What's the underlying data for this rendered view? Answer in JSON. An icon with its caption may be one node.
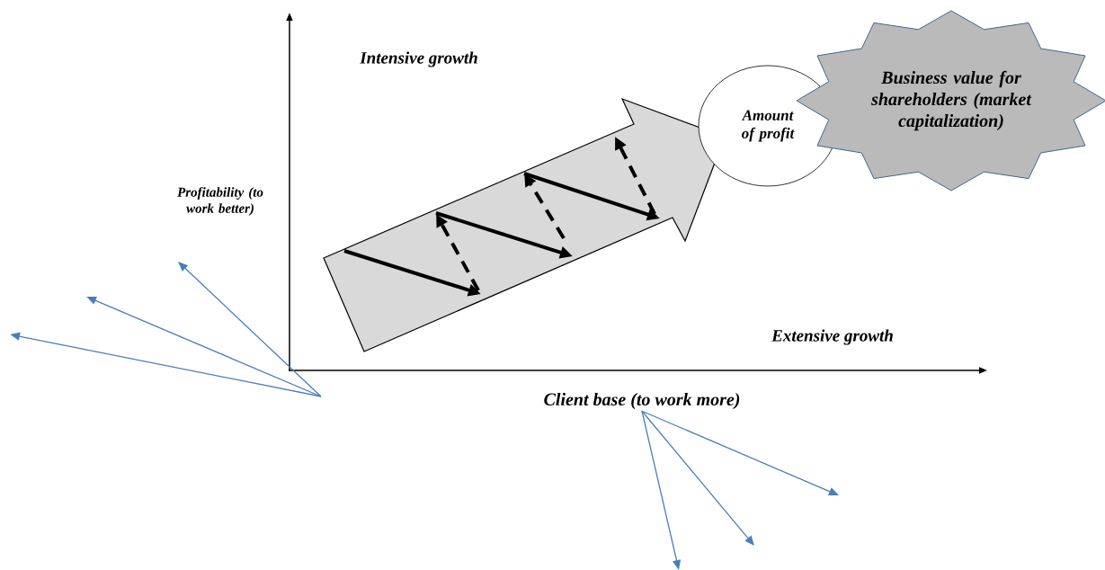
{
  "diagram": {
    "nodes": [
      {
        "text": [
          "Amount of profit"
        ]
      },
      {
        "text": [
          "Business value for shareholders (market capitalization)"
        ]
      },
      {
        "text": [
          "Client base (to work more)"
        ]
      }
    ],
    "edges": [
      {
        "from": 2,
        "to": null,
        "arrow": "to",
        "color": "#4a7ebb"
      },
      {
        "from": 2,
        "to": null,
        "arrow": "to",
        "color": "#4a7ebb"
      },
      {
        "from": 2,
        "to": null,
        "arrow": "to",
        "color": "#4a7ebb"
      }
    ],
    "labels": [
      "Intensive growth",
      "Profitability (to work better)",
      "Extensive growth"
    ]
  }
}
